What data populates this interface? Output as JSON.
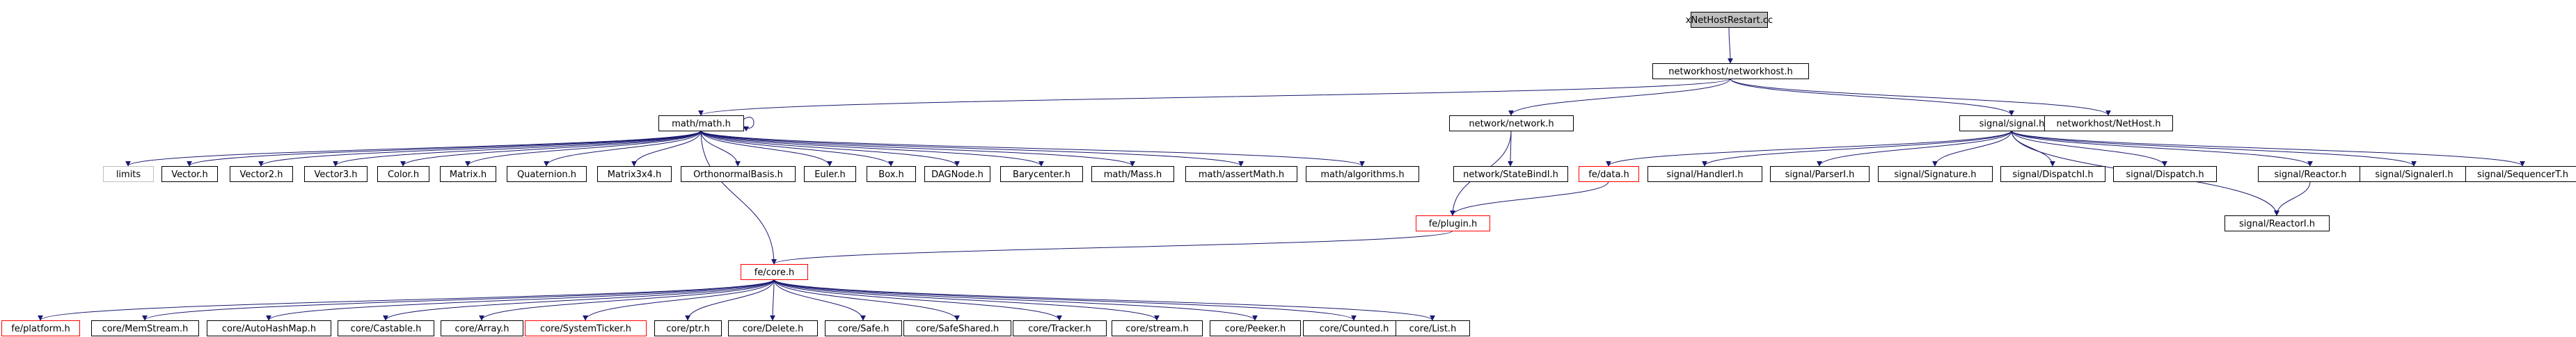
{
  "colors": {
    "edge": "#191970",
    "node_border_default": "#000000",
    "node_border_highlight": "#ff0000",
    "node_border_muted": "#bfbfbf",
    "root_fill": "#bfbfbf",
    "node_fill": "#ffffff",
    "text": "#000000"
  },
  "nodes": [
    {
      "id": "root",
      "label": "xNetHostRestart.cc",
      "style": "root"
    },
    {
      "id": "networkhost",
      "label": "networkhost/networkhost.h",
      "style": "normal"
    },
    {
      "id": "mathh",
      "label": "math/math.h",
      "style": "normal"
    },
    {
      "id": "networkh",
      "label": "network/network.h",
      "style": "normal"
    },
    {
      "id": "signalh",
      "label": "signal/signal.h",
      "style": "normal"
    },
    {
      "id": "nethost",
      "label": "networkhost/NetHost.h",
      "style": "normal"
    },
    {
      "id": "limits",
      "label": "limits",
      "style": "muted"
    },
    {
      "id": "vector",
      "label": "Vector.h",
      "style": "normal"
    },
    {
      "id": "vector2",
      "label": "Vector2.h",
      "style": "normal"
    },
    {
      "id": "vector3",
      "label": "Vector3.h",
      "style": "normal"
    },
    {
      "id": "color",
      "label": "Color.h",
      "style": "normal"
    },
    {
      "id": "matrix",
      "label": "Matrix.h",
      "style": "normal"
    },
    {
      "id": "quaternion",
      "label": "Quaternion.h",
      "style": "normal"
    },
    {
      "id": "matrix3x4",
      "label": "Matrix3x4.h",
      "style": "normal"
    },
    {
      "id": "orthobasis",
      "label": "OrthonormalBasis.h",
      "style": "normal"
    },
    {
      "id": "euler",
      "label": "Euler.h",
      "style": "normal"
    },
    {
      "id": "box",
      "label": "Box.h",
      "style": "normal"
    },
    {
      "id": "dagnode",
      "label": "DAGNode.h",
      "style": "normal"
    },
    {
      "id": "barycenter",
      "label": "Barycenter.h",
      "style": "normal"
    },
    {
      "id": "mass",
      "label": "math/Mass.h",
      "style": "normal"
    },
    {
      "id": "assertmath",
      "label": "math/assertMath.h",
      "style": "normal"
    },
    {
      "id": "algorithms",
      "label": "math/algorithms.h",
      "style": "normal"
    },
    {
      "id": "statebindi",
      "label": "network/StateBindI.h",
      "style": "normal"
    },
    {
      "id": "fedata",
      "label": "fe/data.h",
      "style": "highlight"
    },
    {
      "id": "handleri",
      "label": "signal/HandlerI.h",
      "style": "normal"
    },
    {
      "id": "parseri",
      "label": "signal/ParserI.h",
      "style": "normal"
    },
    {
      "id": "signature",
      "label": "signal/Signature.h",
      "style": "normal"
    },
    {
      "id": "dispatchi",
      "label": "signal/DispatchI.h",
      "style": "normal"
    },
    {
      "id": "dispatch",
      "label": "signal/Dispatch.h",
      "style": "normal"
    },
    {
      "id": "reactor",
      "label": "signal/Reactor.h",
      "style": "normal"
    },
    {
      "id": "signaleri",
      "label": "signal/SignalerI.h",
      "style": "normal"
    },
    {
      "id": "sequencert",
      "label": "signal/SequencerT.h",
      "style": "normal"
    },
    {
      "id": "reactori",
      "label": "signal/ReactorI.h",
      "style": "normal"
    },
    {
      "id": "plugin",
      "label": "fe/plugin.h",
      "style": "highlight"
    },
    {
      "id": "core",
      "label": "fe/core.h",
      "style": "highlight"
    },
    {
      "id": "platform",
      "label": "fe/platform.h",
      "style": "highlight"
    },
    {
      "id": "memstream",
      "label": "core/MemStream.h",
      "style": "normal"
    },
    {
      "id": "autohashmap",
      "label": "core/AutoHashMap.h",
      "style": "normal"
    },
    {
      "id": "castable",
      "label": "core/Castable.h",
      "style": "normal"
    },
    {
      "id": "array",
      "label": "core/Array.h",
      "style": "normal"
    },
    {
      "id": "systemticker",
      "label": "core/SystemTicker.h",
      "style": "highlight"
    },
    {
      "id": "ptr",
      "label": "core/ptr.h",
      "style": "normal"
    },
    {
      "id": "delete",
      "label": "core/Delete.h",
      "style": "normal"
    },
    {
      "id": "safe",
      "label": "core/Safe.h",
      "style": "normal"
    },
    {
      "id": "safeshared",
      "label": "core/SafeShared.h",
      "style": "normal"
    },
    {
      "id": "tracker",
      "label": "core/Tracker.h",
      "style": "normal"
    },
    {
      "id": "stream",
      "label": "core/stream.h",
      "style": "normal"
    },
    {
      "id": "peeker",
      "label": "core/Peeker.h",
      "style": "normal"
    },
    {
      "id": "counted",
      "label": "core/Counted.h",
      "style": "normal"
    },
    {
      "id": "list",
      "label": "core/List.h",
      "style": "normal"
    }
  ],
  "edges": [
    {
      "from": "root",
      "to": "networkhost"
    },
    {
      "from": "networkhost",
      "to": "mathh"
    },
    {
      "from": "networkhost",
      "to": "networkh"
    },
    {
      "from": "networkhost",
      "to": "signalh"
    },
    {
      "from": "networkhost",
      "to": "nethost"
    },
    {
      "from": "mathh",
      "to": "mathh"
    },
    {
      "from": "mathh",
      "to": "limits"
    },
    {
      "from": "mathh",
      "to": "vector"
    },
    {
      "from": "mathh",
      "to": "vector2"
    },
    {
      "from": "mathh",
      "to": "vector3"
    },
    {
      "from": "mathh",
      "to": "color"
    },
    {
      "from": "mathh",
      "to": "matrix"
    },
    {
      "from": "mathh",
      "to": "quaternion"
    },
    {
      "from": "mathh",
      "to": "matrix3x4"
    },
    {
      "from": "mathh",
      "to": "orthobasis"
    },
    {
      "from": "mathh",
      "to": "euler"
    },
    {
      "from": "mathh",
      "to": "box"
    },
    {
      "from": "mathh",
      "to": "dagnode"
    },
    {
      "from": "mathh",
      "to": "barycenter"
    },
    {
      "from": "mathh",
      "to": "mass"
    },
    {
      "from": "mathh",
      "to": "assertmath"
    },
    {
      "from": "mathh",
      "to": "algorithms"
    },
    {
      "from": "mathh",
      "to": "core"
    },
    {
      "from": "networkh",
      "to": "statebindi"
    },
    {
      "from": "networkh",
      "to": "plugin"
    },
    {
      "from": "signalh",
      "to": "fedata"
    },
    {
      "from": "signalh",
      "to": "handleri"
    },
    {
      "from": "signalh",
      "to": "parseri"
    },
    {
      "from": "signalh",
      "to": "signature"
    },
    {
      "from": "signalh",
      "to": "dispatchi"
    },
    {
      "from": "signalh",
      "to": "dispatch"
    },
    {
      "from": "signalh",
      "to": "reactor"
    },
    {
      "from": "signalh",
      "to": "signaleri"
    },
    {
      "from": "signalh",
      "to": "sequencert"
    },
    {
      "from": "signalh",
      "to": "reactori"
    },
    {
      "from": "reactor",
      "to": "reactori"
    },
    {
      "from": "fedata",
      "to": "plugin"
    },
    {
      "from": "plugin",
      "to": "core"
    },
    {
      "from": "core",
      "to": "platform"
    },
    {
      "from": "core",
      "to": "memstream"
    },
    {
      "from": "core",
      "to": "autohashmap"
    },
    {
      "from": "core",
      "to": "castable"
    },
    {
      "from": "core",
      "to": "array"
    },
    {
      "from": "core",
      "to": "systemticker"
    },
    {
      "from": "core",
      "to": "ptr"
    },
    {
      "from": "core",
      "to": "delete"
    },
    {
      "from": "core",
      "to": "safe"
    },
    {
      "from": "core",
      "to": "safeshared"
    },
    {
      "from": "core",
      "to": "tracker"
    },
    {
      "from": "core",
      "to": "stream"
    },
    {
      "from": "core",
      "to": "peeker"
    },
    {
      "from": "core",
      "to": "counted"
    },
    {
      "from": "core",
      "to": "list"
    }
  ]
}
